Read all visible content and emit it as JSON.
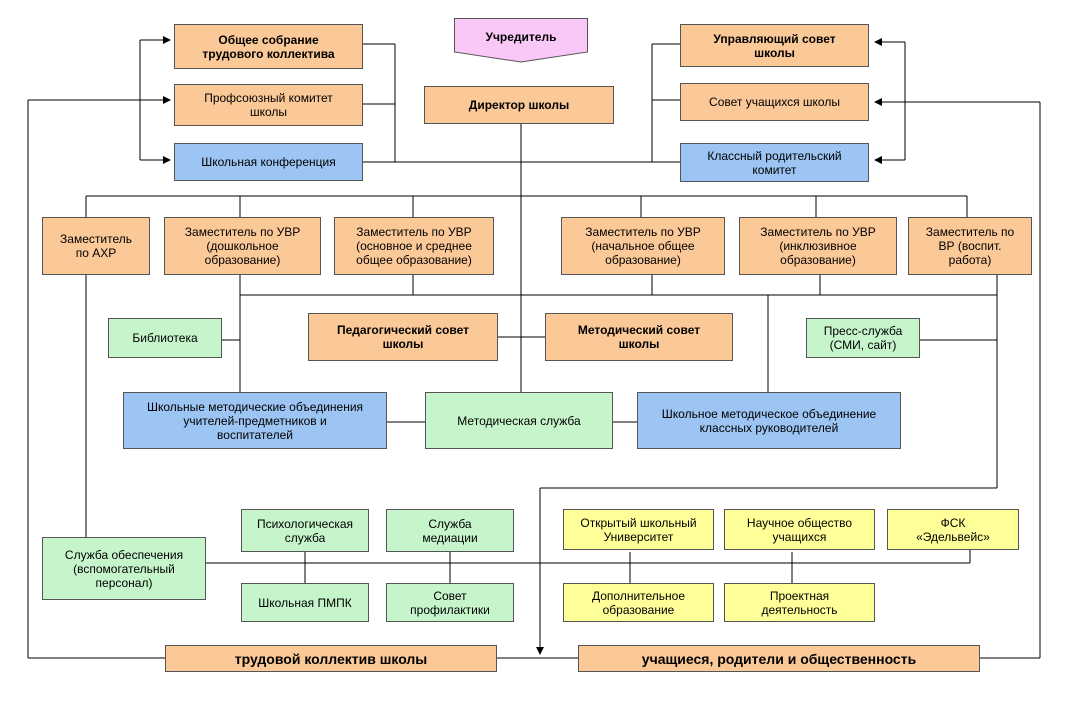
{
  "founder": "Учредитель",
  "top_left": {
    "general_meeting": "Общее собрание\nтрудового коллектива",
    "trade_union": "Профсоюзный комитет\nшколы",
    "conference": "Школьная конференция"
  },
  "director": "Директор школы",
  "top_right": {
    "governing_council": "Управляющий совет\nшколы",
    "student_council": "Совет учащихся школы",
    "parent_committee": "Классный родительский\nкомитет"
  },
  "deputies": {
    "axr": "Заместитель\nпо АХР",
    "uvr_preschool": "Заместитель по УВР\n(дошкольное\nобразование)",
    "uvr_secondary": "Заместитель по УВР\n(основное и среднее\nобщее образование)",
    "uvr_primary": "Заместитель по УВР\n(начальное общее\nобразование)",
    "uvr_inclusive": "Заместитель по УВР\n(инклюзивное\nобразование)",
    "vr": "Заместитель по\nВР (воспит.\nработа)"
  },
  "middle": {
    "library": "Библиотека",
    "ped_council": "Педагогический совет\nшколы",
    "method_council": "Методический совет\nшколы",
    "press": "Пресс-служба\n(СМИ, сайт)",
    "teacher_assoc": "Школьные методические объединения\nучителей-предметников и\nвоспитателей",
    "method_service": "Методическая служба",
    "class_leaders_assoc": "Школьное методическое объединение\nклассных руководителей"
  },
  "lower": {
    "support_service": "Служба обеспечения\n(вспомогательный\nперсонал)",
    "psych": "Психологическая\nслужба",
    "mediation": "Служба\nмедиации",
    "pmpk": "Школьная ПМПК",
    "prevention": "Совет\nпрофилактики",
    "open_univ": "Открытый школьный\nУниверситет",
    "science_society": "Научное общество\nучащихся",
    "fsk": "ФСК\n«Эдельвейс»",
    "extra_edu": "Дополнительное\nобразование",
    "project": "Проектная\nдеятельность"
  },
  "bottom": {
    "staff": "трудовой коллектив школы",
    "students": "учащиеся, родители и общественность"
  },
  "colors": {
    "orange": "#fbc898",
    "blue": "#9dc5f3",
    "green": "#c7f5cb",
    "yellow": "#ffff99",
    "pink": "#f9c8f7"
  }
}
